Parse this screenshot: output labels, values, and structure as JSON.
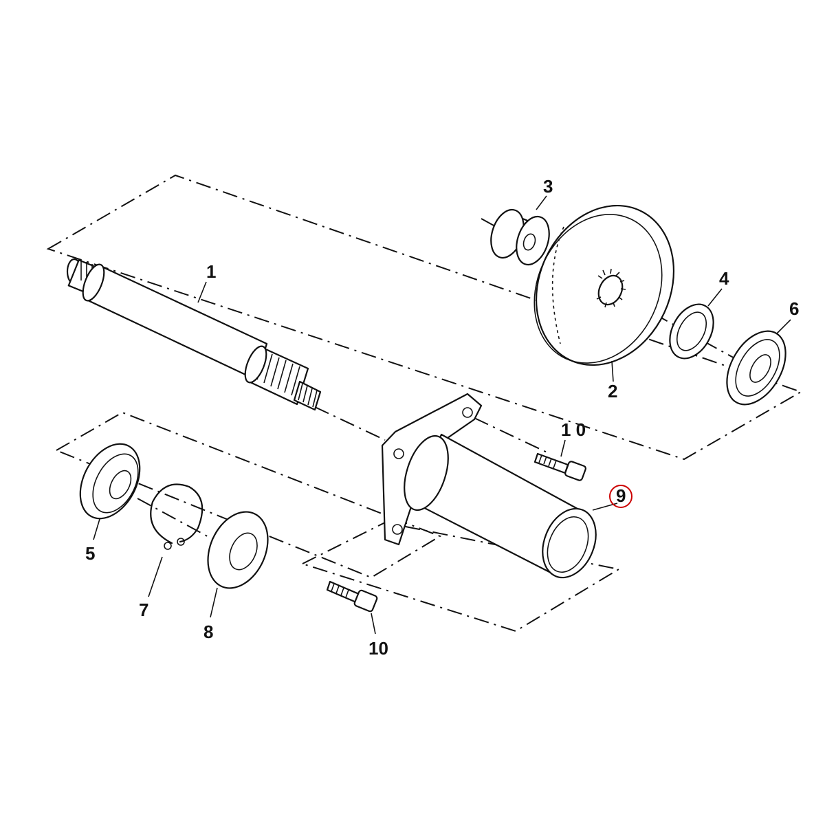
{
  "labels": {
    "p1": "1",
    "p2": "2",
    "p3": "3",
    "p4": "4",
    "p5": "5",
    "p6": "6",
    "p7": "7",
    "p8": "8",
    "p9": "9",
    "p10a": "1 0",
    "p10b": "10"
  },
  "colors": {
    "line": "#111111",
    "highlight": "#cc0000",
    "background": "#ffffff"
  }
}
